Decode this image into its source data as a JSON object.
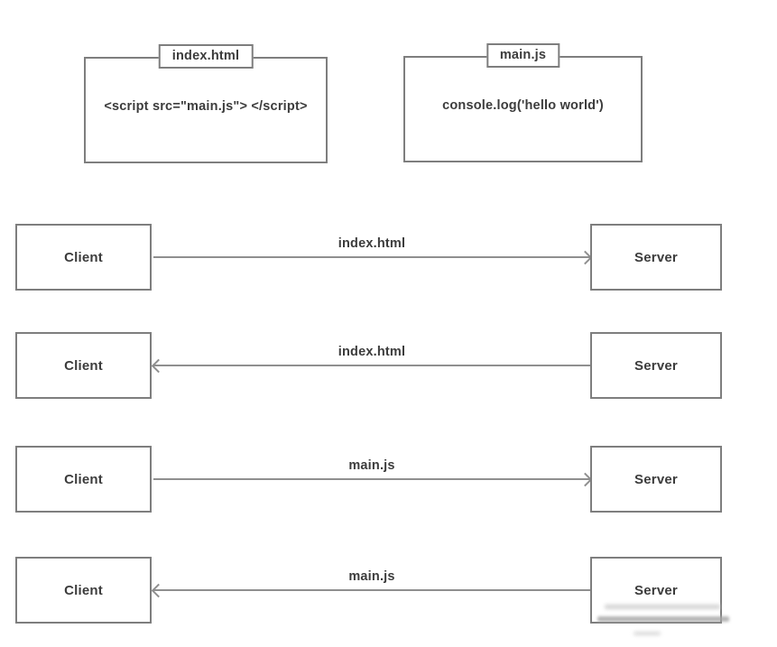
{
  "diagram": {
    "file_boxes": [
      {
        "label": "index.html",
        "content": "<script src=\"main.js\"> </script>"
      },
      {
        "label": "main.js",
        "content": "console.log('hello world')"
      }
    ],
    "rows": [
      {
        "client": "Client",
        "server": "Server",
        "message": "index.html",
        "direction": "right"
      },
      {
        "client": "Client",
        "server": "Server",
        "message": "index.html",
        "direction": "left"
      },
      {
        "client": "Client",
        "server": "Server",
        "message": "main.js",
        "direction": "right"
      },
      {
        "client": "Client",
        "server": "Server",
        "message": "main.js",
        "direction": "left"
      }
    ]
  },
  "colors": {
    "box-border": "#7e7e7e",
    "arrow-line": "#8f8f8f",
    "text": "#3c3c3c",
    "background": "#ffffff"
  }
}
